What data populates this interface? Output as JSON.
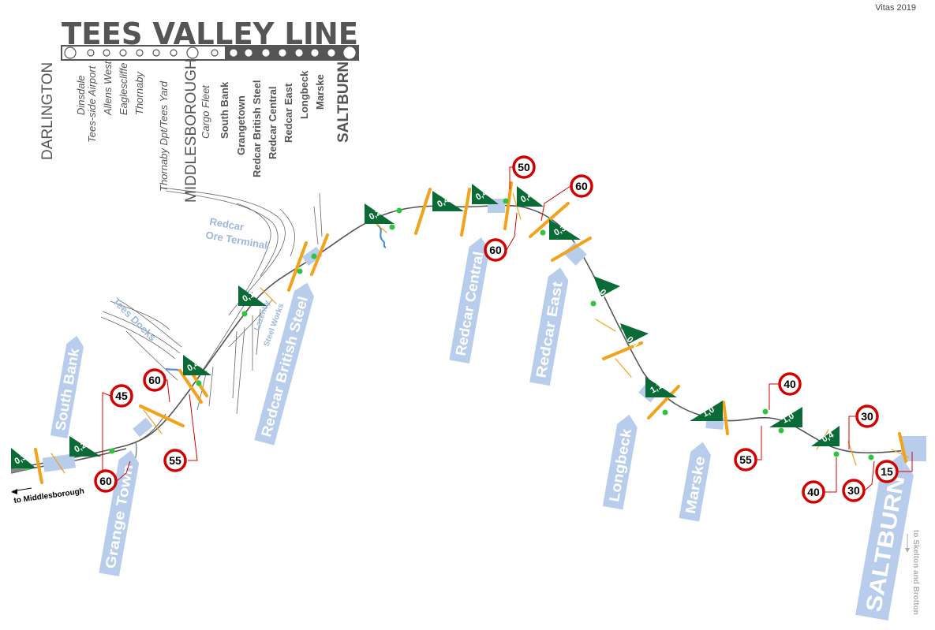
{
  "credit": "Vitas 2019",
  "title": "TEES VALLEY LINE",
  "colors": {
    "title": "#555555",
    "platform": "#b7cdeb",
    "gradient": "#0b6b36",
    "signal": "#2ec440",
    "barrier": "#f2a21b",
    "sign_ring": "#d40000",
    "track": "#555555",
    "water": "#4a90d9"
  },
  "stations": [
    {
      "name": "DARLINGTON",
      "style": "major",
      "dot": "big",
      "section": "light"
    },
    {
      "name": "Dinsdale",
      "style": "minor",
      "dot": "small",
      "section": "light"
    },
    {
      "name": "Tees-side Airport",
      "style": "minor",
      "dot": "small",
      "section": "light"
    },
    {
      "name": "Allens West",
      "style": "minor",
      "dot": "small",
      "section": "light"
    },
    {
      "name": "Eaglescliffe",
      "style": "minor",
      "dot": "small",
      "section": "light"
    },
    {
      "name": "Thornaby",
      "style": "minor",
      "dot": "small",
      "section": "light"
    },
    {
      "name": "Thornaby Dpt/Tees Yard",
      "style": "minor",
      "dot": "small",
      "section": "light"
    },
    {
      "name": "MIDDLESBOROUGH",
      "style": "major",
      "dot": "big",
      "section": "light"
    },
    {
      "name": "Cargo Fleet",
      "style": "minor",
      "dot": "small",
      "section": "light"
    },
    {
      "name": "South Bank",
      "style": "bold",
      "dot": "small",
      "section": "dark"
    },
    {
      "name": "Grangetown",
      "style": "bold",
      "dot": "small",
      "section": "dark"
    },
    {
      "name": "Redcar British Steel",
      "style": "bold",
      "dot": "small",
      "section": "dark"
    },
    {
      "name": "Redcar Central",
      "style": "bold",
      "dot": "small",
      "section": "dark"
    },
    {
      "name": "Redcar East",
      "style": "bold",
      "dot": "small",
      "section": "dark"
    },
    {
      "name": "Longbeck",
      "style": "bold",
      "dot": "small",
      "section": "dark"
    },
    {
      "name": "Marske",
      "style": "bold",
      "dot": "small",
      "section": "dark"
    },
    {
      "name": "SALTBURN",
      "style": "major-bold",
      "dot": "big",
      "section": "dark"
    }
  ],
  "platforms": [
    {
      "name": "South Bank"
    },
    {
      "name": "Grange Town"
    },
    {
      "name": "Redcar British Steel"
    },
    {
      "name": "Redcar Central"
    },
    {
      "name": "Redcar East"
    },
    {
      "name": "Longbeck"
    },
    {
      "name": "Marske"
    },
    {
      "name": "SALTBURN"
    }
  ],
  "area_labels": [
    {
      "text": "Redcar"
    },
    {
      "text": "Ore Terminal"
    },
    {
      "text": "Tees Docks"
    },
    {
      "text": "Lazenby"
    },
    {
      "text": "Steel Works"
    }
  ],
  "direction_labels": {
    "west": "to Middlesborough",
    "east": "to Skelton and Brotton"
  },
  "gradients": [
    {
      "value": "0,3"
    },
    {
      "value": "0,2"
    },
    {
      "value": "0,4"
    },
    {
      "value": "0,1"
    },
    {
      "value": "0,2"
    },
    {
      "value": "0,4"
    },
    {
      "value": "0,4"
    },
    {
      "value": "0,4"
    },
    {
      "value": "0,3"
    },
    {
      "value": "0,4"
    },
    {
      "value": "0,4"
    },
    {
      "value": "1,1"
    },
    {
      "value": "1,0"
    },
    {
      "value": "1,0"
    },
    {
      "value": "0,4"
    }
  ],
  "speed_signs": [
    {
      "value": "60"
    },
    {
      "value": "45"
    },
    {
      "value": "60"
    },
    {
      "value": "55"
    },
    {
      "value": "50"
    },
    {
      "value": "60"
    },
    {
      "value": "60"
    },
    {
      "value": "40"
    },
    {
      "value": "55"
    },
    {
      "value": "30"
    },
    {
      "value": "40"
    },
    {
      "value": "30"
    },
    {
      "value": "15"
    }
  ]
}
